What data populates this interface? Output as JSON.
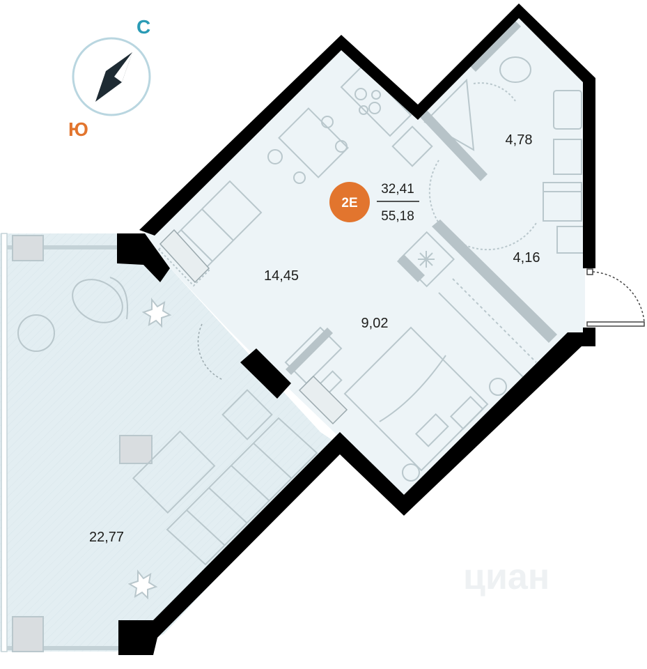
{
  "compass": {
    "north_label": "С",
    "south_label": "Ю",
    "north_color": "#2a9bb5",
    "south_color": "#e2752e",
    "needle_color": "#1e2b33",
    "ring_color": "#b9d6e0"
  },
  "unit": {
    "badge": "2Е",
    "badge_color": "#e2752e",
    "living_area": "32,41",
    "total_area": "55,18"
  },
  "rooms": [
    {
      "name": "kitchen-living",
      "area": "14,45"
    },
    {
      "name": "bathroom",
      "area": "4,78"
    },
    {
      "name": "hallway",
      "area": "4,16"
    },
    {
      "name": "bedroom",
      "area": "9,02"
    },
    {
      "name": "terrace",
      "area": "22,77"
    }
  ],
  "colors": {
    "wall": "#000000",
    "floor": "#edf4f7",
    "terrace": "#e3eef2",
    "furniture_stroke": "#b9c7cc",
    "partition": "#b7c3c8"
  },
  "watermark": "циан"
}
